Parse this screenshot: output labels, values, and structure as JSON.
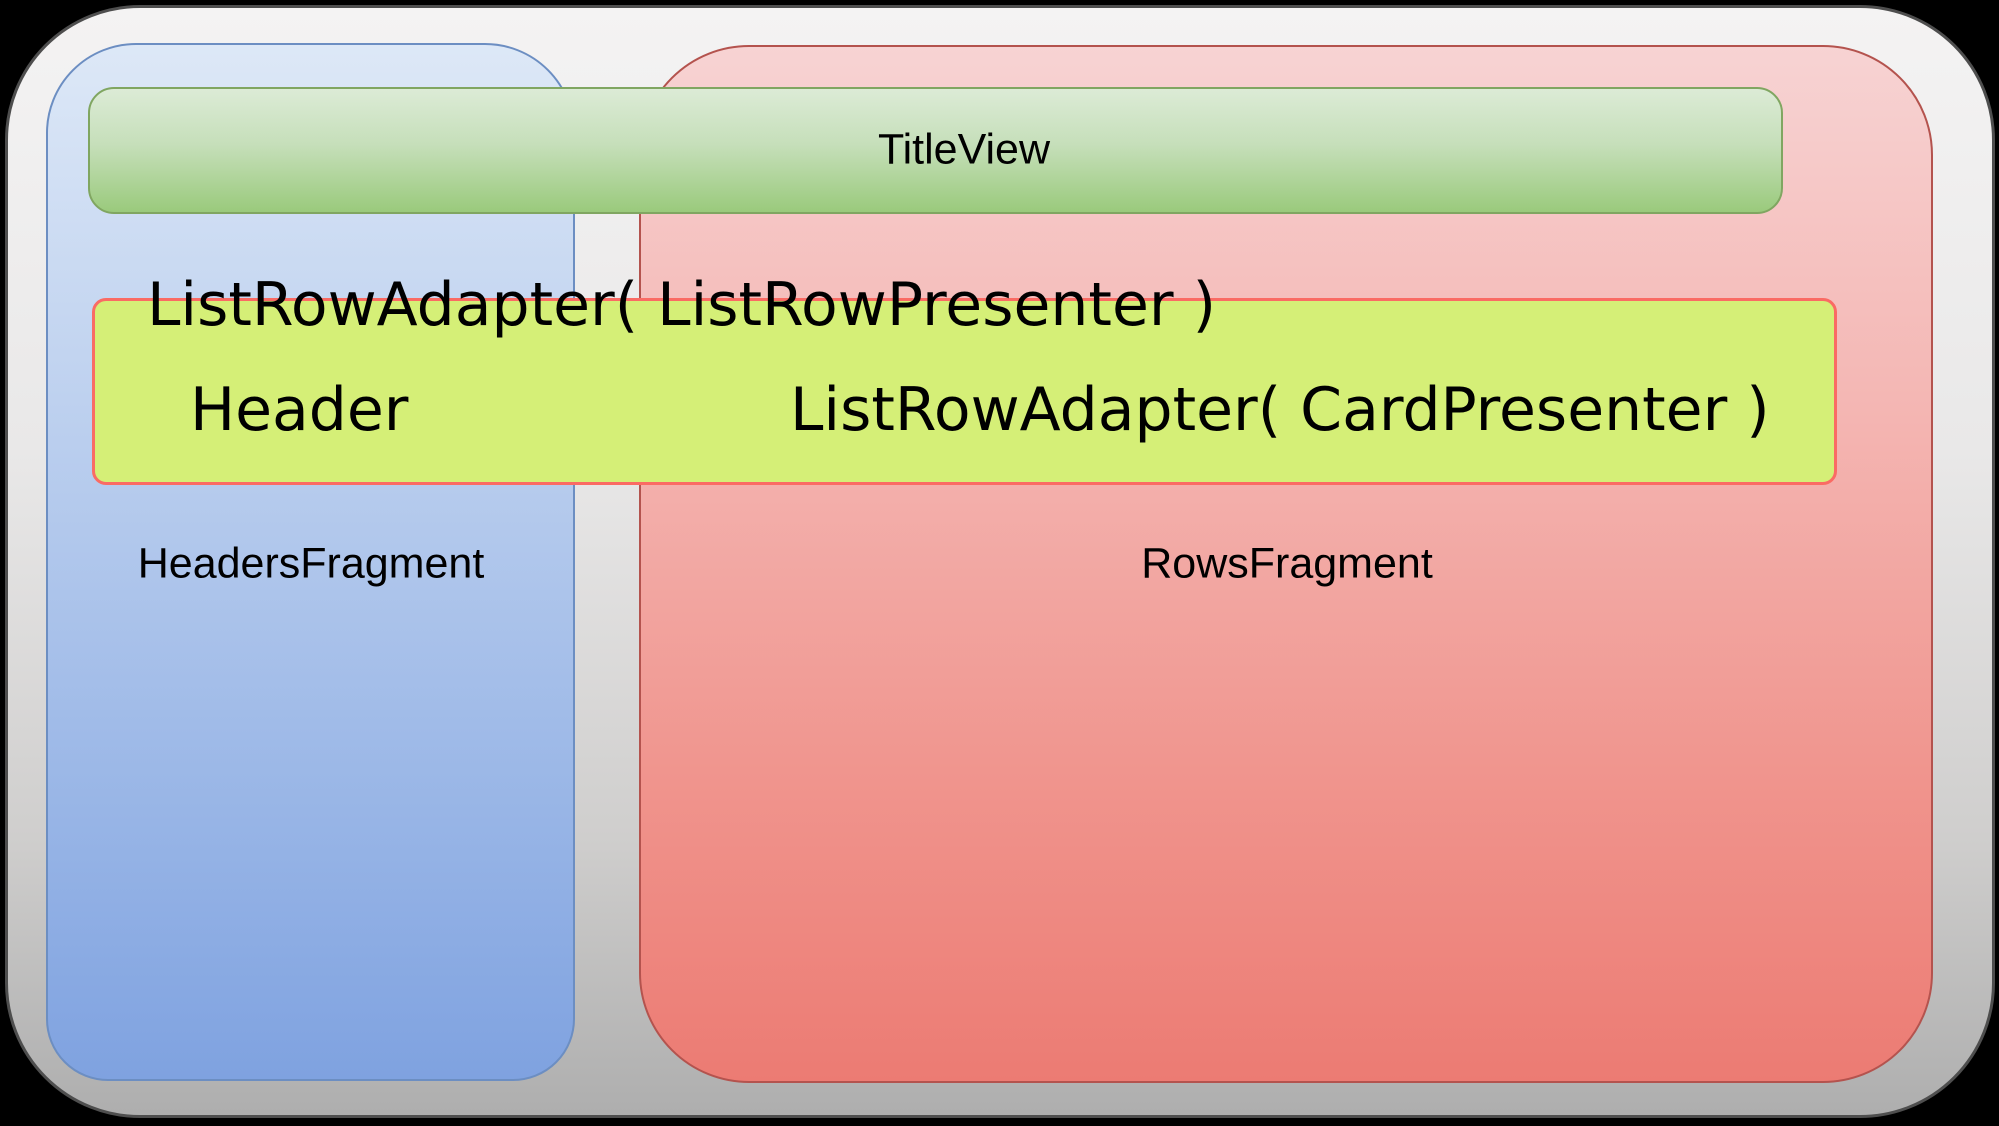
{
  "diagram": {
    "description": "Android TV Leanback BrowseFragment layout diagram",
    "background_color": "#000000",
    "text_color": "#000000",
    "frame": {
      "fill_top": "#f4f3f3",
      "fill_bottom": "#aeaeae",
      "border_color": "#4e4e4e"
    },
    "boxes": {
      "title_view": {
        "label": "TitleView",
        "fill_top": "#dcebd6",
        "fill_bottom": "#9aca7c",
        "border_color": "#80a661"
      },
      "headers_fragment": {
        "label": "HeadersFragment",
        "fill_top": "#dde8f7",
        "fill_bottom": "#7fa2e0",
        "border_color": "#6c8ec2"
      },
      "rows_fragment": {
        "label": "RowsFragment",
        "fill_top": "#f7d3d3",
        "fill_bottom": "#ec7b73",
        "border_color": "#b4534e"
      },
      "list_row": {
        "adapter_label": "ListRowAdapter( ListRowPresenter )",
        "header_label": "Header",
        "card_adapter_label": "ListRowAdapter( CardPresenter )",
        "fill": "#d5ef77",
        "border_color": "#fa6b64"
      }
    }
  }
}
